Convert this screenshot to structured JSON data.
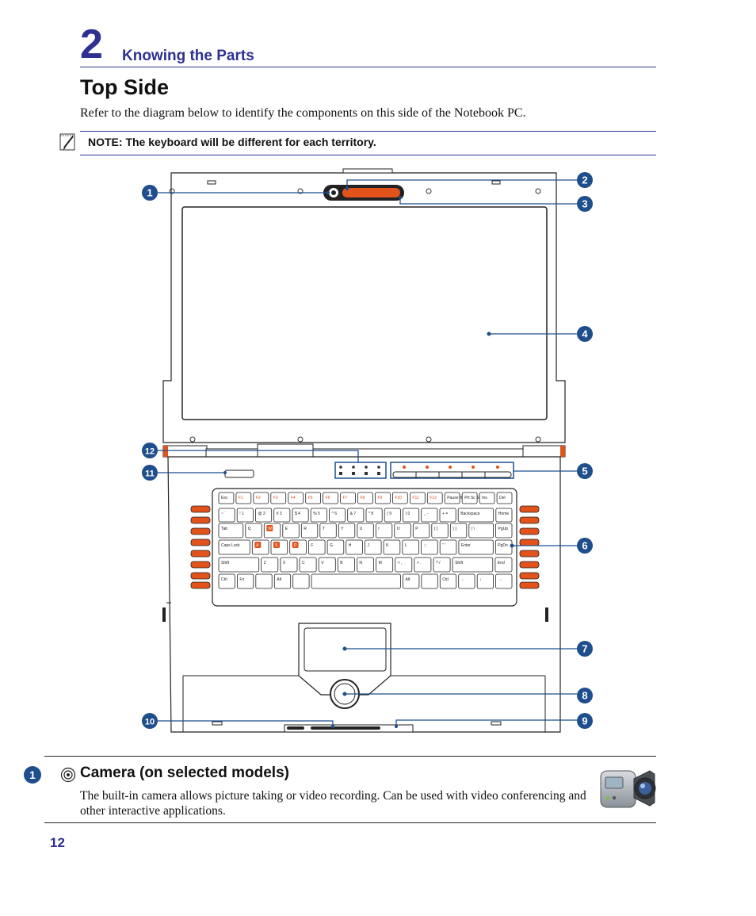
{
  "header": {
    "chapter_number": "2",
    "chapter_title": "Knowing the Parts"
  },
  "section": {
    "title": "Top Side",
    "intro": "Refer to the diagram below to identify the components on this side of the Notebook PC."
  },
  "note": {
    "text": "NOTE: The keyboard will be different for each territory."
  },
  "diagram": {
    "callouts": [
      "1",
      "2",
      "3",
      "4",
      "5",
      "6",
      "7",
      "8",
      "9",
      "10",
      "11",
      "12"
    ],
    "keyboard_rows": [
      [
        "Esc",
        "F1",
        "F2",
        "F3",
        "F4",
        "F5",
        "F6",
        "F7",
        "F8",
        "F9",
        "F10",
        "F11",
        "F12",
        "Pause Break",
        "Prt Sc SysRq",
        "Ins",
        "Del"
      ],
      [
        "~ `",
        "! 1",
        "@ 2",
        "# 3",
        "$ 4",
        "% 5",
        "^ 6",
        "& 7",
        "* 8",
        "( 9",
        ") 0",
        "_ -",
        "+ =",
        "Backspace",
        "Home"
      ],
      [
        "Tab",
        "Q",
        "W",
        "E",
        "R",
        "T",
        "Y",
        "U",
        "I",
        "O",
        "P",
        "{ [",
        "} ]",
        "| \\",
        "PgUp"
      ],
      [
        "Caps Lock",
        "A",
        "S",
        "D",
        "F",
        "G",
        "H",
        "J",
        "K",
        "L",
        ": ;",
        "\" '",
        "Enter",
        "PgDn"
      ],
      [
        "Shift",
        "Z",
        "X",
        "C",
        "V",
        "B",
        "N",
        "M",
        "< ,",
        "> .",
        "? /",
        "Shift",
        "End"
      ],
      [
        "Ctrl",
        "Fn",
        "",
        "Alt",
        "",
        "",
        "Alt",
        "",
        "Ctrl",
        "←",
        "↓",
        "→"
      ]
    ]
  },
  "item": {
    "number": "1",
    "title": "Camera (on selected models)",
    "description": "The built-in camera allows picture taking or video recording. Can be used with video conferencing and other interactive applications.",
    "icon": "camcorder-icon"
  },
  "footer": {
    "page_number": "12"
  },
  "colors": {
    "accent_blue": "#2e3192",
    "diagram_line": "#1f4e8c",
    "key_orange": "#e2531b"
  }
}
